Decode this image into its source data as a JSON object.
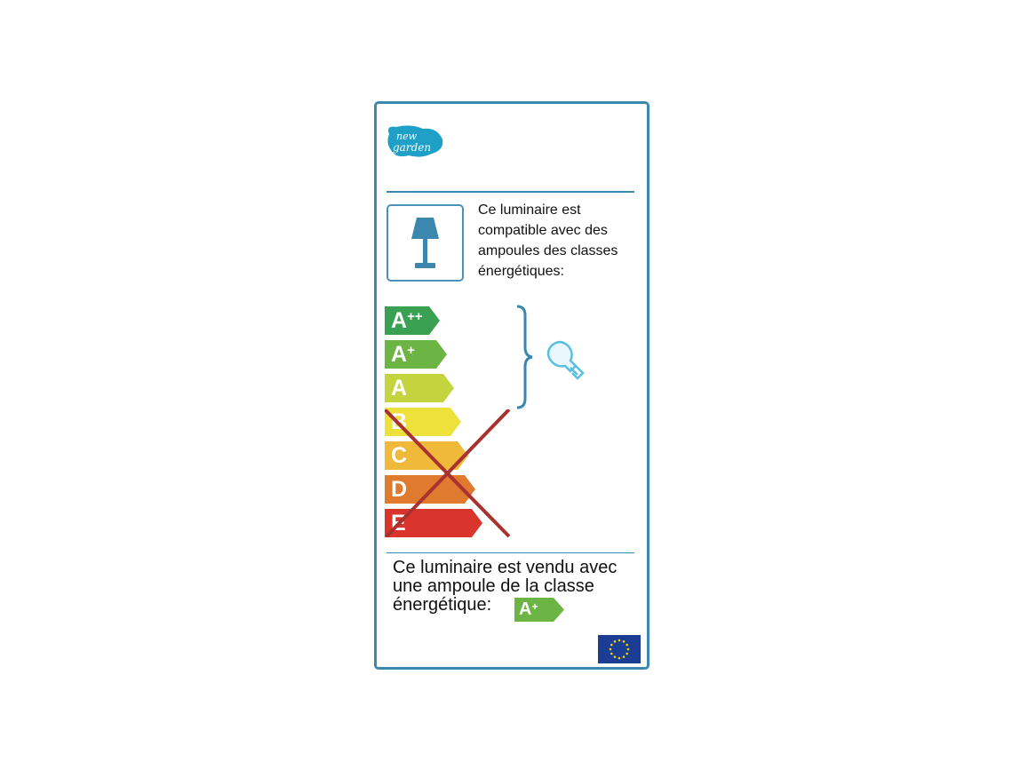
{
  "brand": {
    "logo_text_line1": "new",
    "logo_text_line2": "garden"
  },
  "compatibility": {
    "text": "Ce luminaire est compatible avec des ampoules des classes énergétiques:",
    "icon": "table-lamp-icon"
  },
  "energy_classes": [
    {
      "letter": "A",
      "sup": "++",
      "color": "#3aa152",
      "compatible": true
    },
    {
      "letter": "A",
      "sup": "+",
      "color": "#6cb444",
      "compatible": true
    },
    {
      "letter": "A",
      "sup": "",
      "color": "#c4d43e",
      "compatible": true
    },
    {
      "letter": "B",
      "sup": "",
      "color": "#eee13c",
      "compatible": false
    },
    {
      "letter": "C",
      "sup": "",
      "color": "#f0b93a",
      "compatible": false
    },
    {
      "letter": "D",
      "sup": "",
      "color": "#e07a2e",
      "compatible": false
    },
    {
      "letter": "E",
      "sup": "",
      "color": "#d9352c",
      "compatible": false
    }
  ],
  "sold_with": {
    "text": "Ce luminaire est vendu avec une ampoule de la classe énergétique:",
    "class_letter": "A",
    "class_sup": "+",
    "class_color": "#6cb444"
  },
  "colors": {
    "frame": "#3b87ad",
    "cross": "#a8322f",
    "bulb": "#5bbfe0"
  },
  "icons": {
    "bulb": "light-bulb-icon",
    "eu": "eu-flag-icon"
  }
}
